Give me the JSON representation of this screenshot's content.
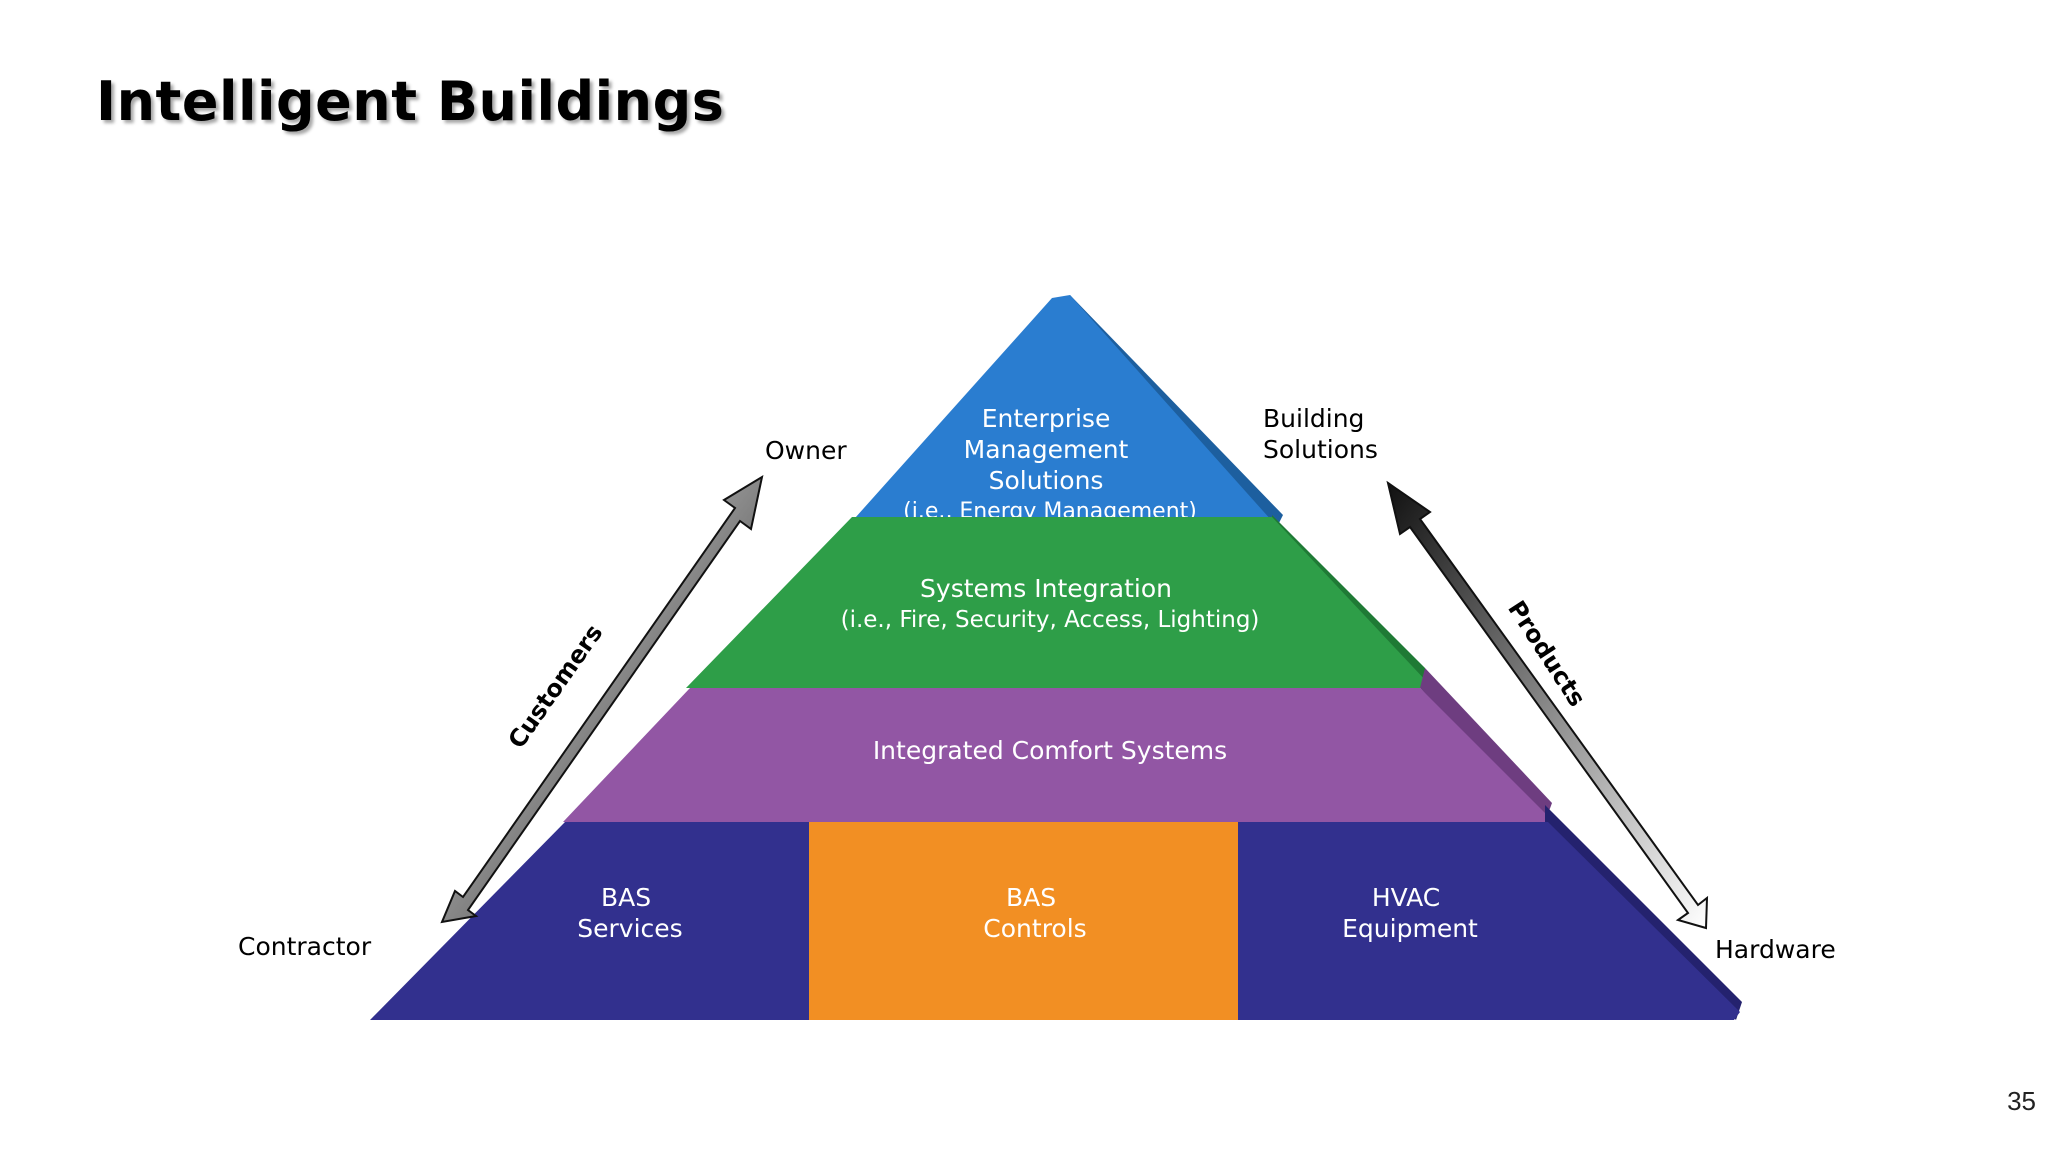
{
  "title": "Intelligent Buildings",
  "page_number": "35",
  "pyramid": {
    "tier1": {
      "lines": [
        "Enterprise",
        "Management",
        "Solutions",
        "(i.e., Energy Management)"
      ],
      "color": "#2a7dd0"
    },
    "tier2": {
      "lines": [
        "Systems Integration",
        "(i.e., Fire, Security, Access, Lighting)"
      ],
      "color": "#2e9e48"
    },
    "tier3": {
      "label": "Integrated Comfort Systems",
      "color": "#9256a4"
    },
    "tier4": {
      "left": {
        "lines": [
          "BAS",
          "Services"
        ],
        "color": "#32308e"
      },
      "center": {
        "lines": [
          "BAS",
          "Controls"
        ],
        "color": "#f28f23"
      },
      "right": {
        "lines": [
          "HVAC",
          "Equipment"
        ],
        "color": "#32308e"
      }
    }
  },
  "left_axis": {
    "label": "Customers",
    "top": "Owner",
    "bottom": "Contractor"
  },
  "right_axis": {
    "label": "Products",
    "top_lines": [
      "Building",
      "Solutions"
    ],
    "bottom": "Hardware"
  }
}
